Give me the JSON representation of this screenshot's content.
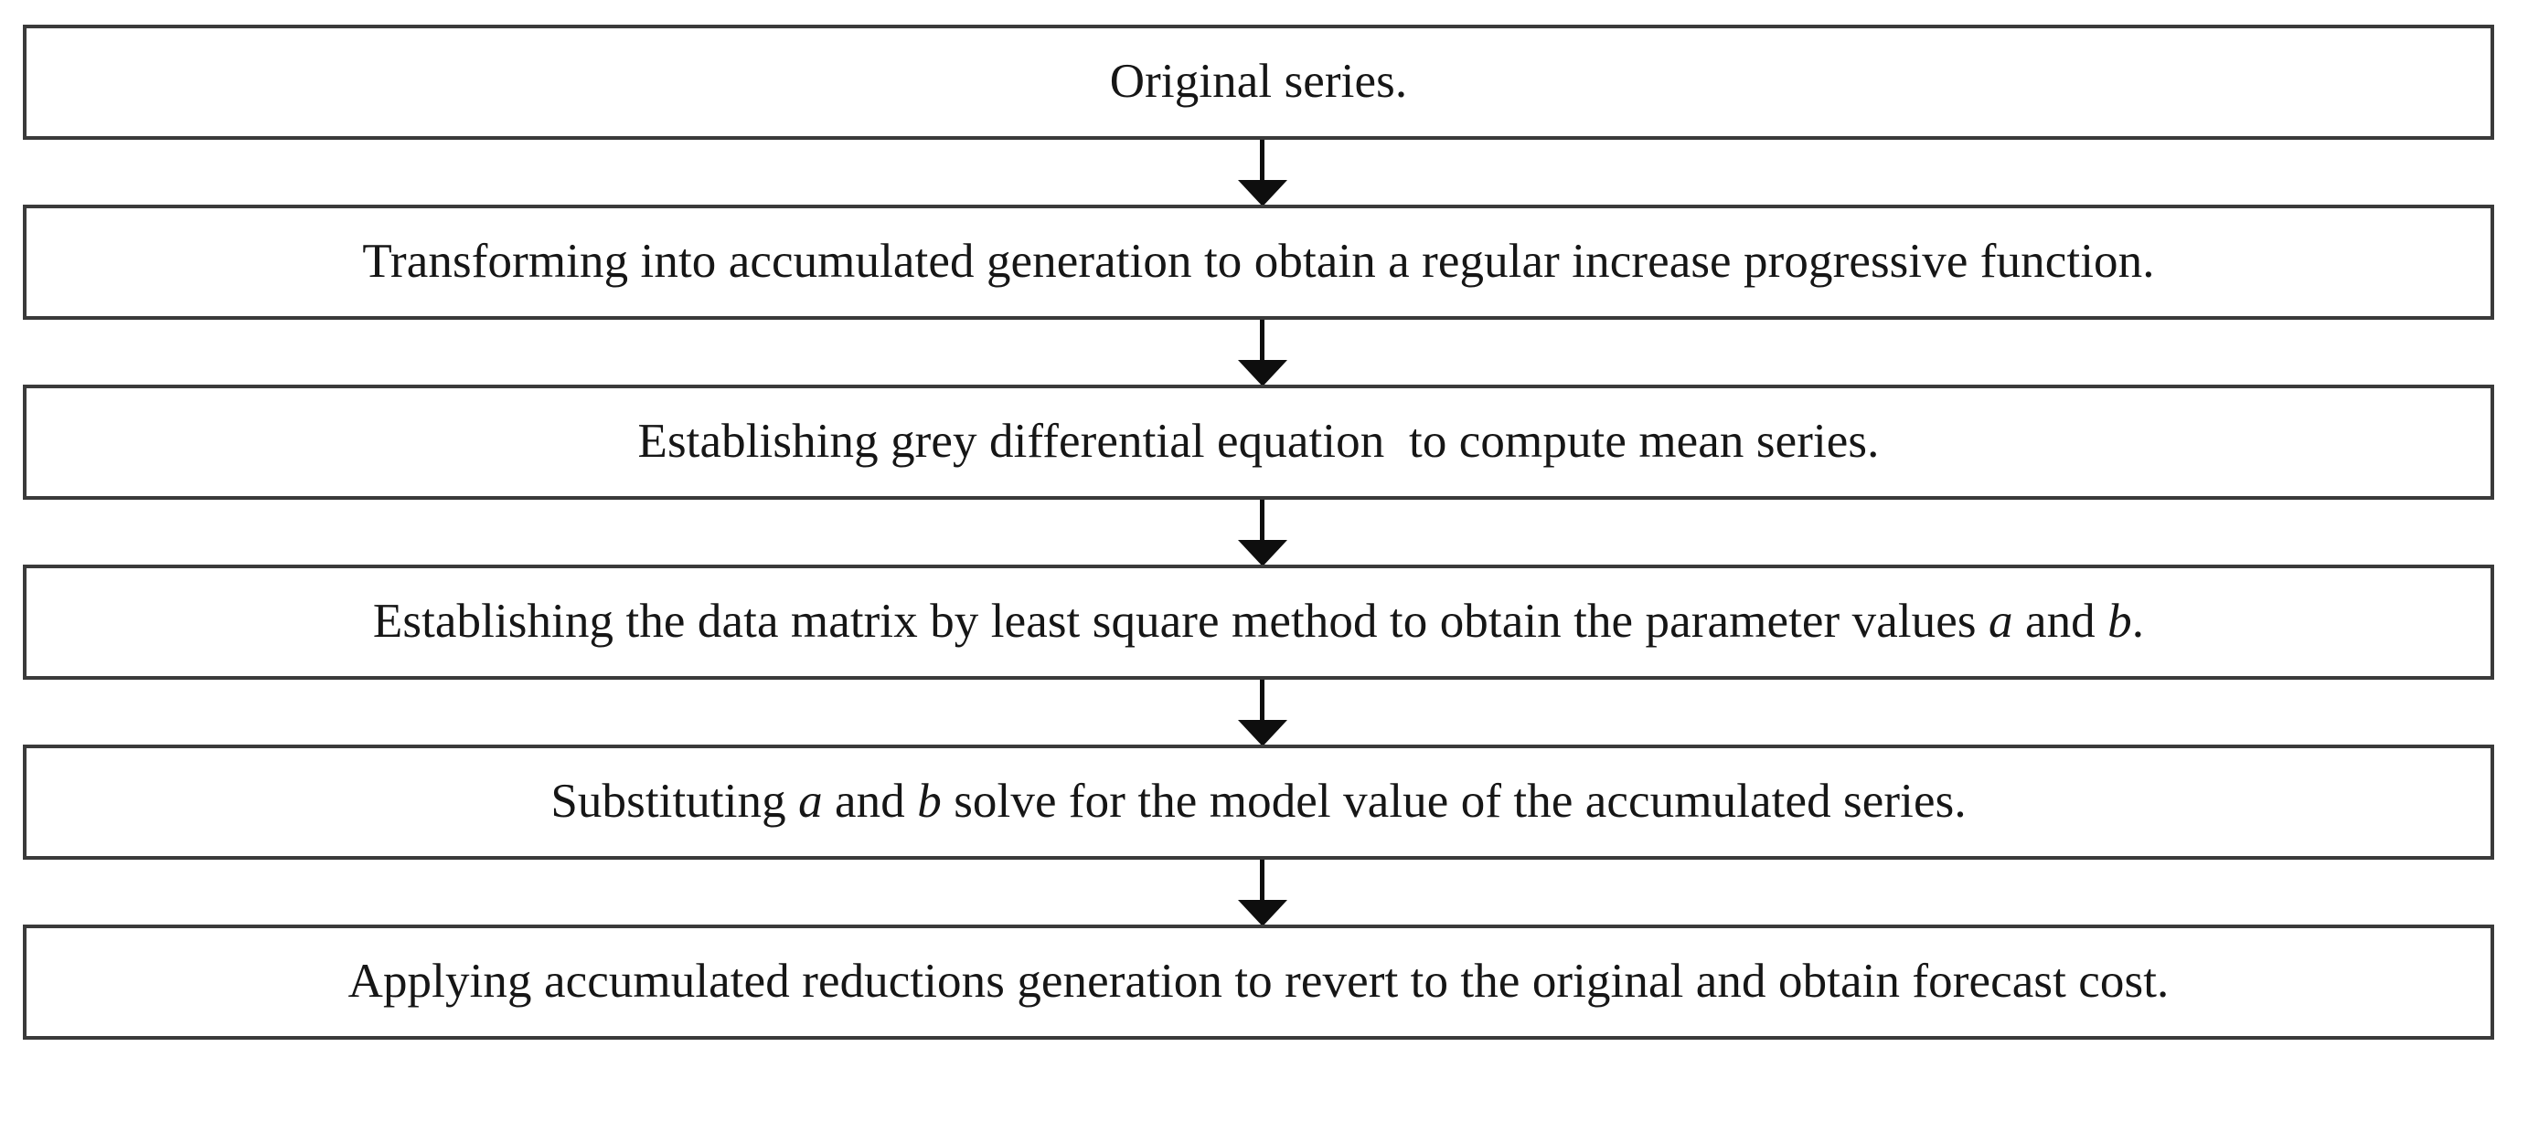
{
  "diagram": {
    "type": "flowchart",
    "orientation": "vertical-top-to-bottom",
    "background_color": "#ffffff",
    "box_border_color": "#3a3a3a",
    "text_color": "#161616",
    "arrow_color": "#0e0e0e",
    "node_count": 6,
    "connector_count": 5,
    "connector_icon": "down-arrow-icon",
    "nodes": [
      {
        "index": 1,
        "id": "original-series",
        "text": "Original series.",
        "segments": [
          {
            "text": "Original series.",
            "italic": false
          }
        ]
      },
      {
        "index": 2,
        "id": "accumulated-generation",
        "text": "Transforming into accumulated generation to obtain a regular increase progressive function.",
        "segments": [
          {
            "text": "Transforming into accumulated generation to obtain a regular increase progressive function.",
            "italic": false
          }
        ]
      },
      {
        "index": 3,
        "id": "grey-differential-equation",
        "text": "Establishing grey differential equation  to compute mean series.",
        "segments": [
          {
            "text": "Establishing grey differential equation  to compute mean series.",
            "italic": false
          }
        ]
      },
      {
        "index": 4,
        "id": "least-square-data-matrix",
        "text": "Establishing the data matrix by least square method to obtain the parameter values a and b.",
        "segments": [
          {
            "text": "Establishing the data matrix by least square method to obtain the parameter values ",
            "italic": false
          },
          {
            "text": "a",
            "italic": true
          },
          {
            "text": " and ",
            "italic": false
          },
          {
            "text": "b",
            "italic": true
          },
          {
            "text": ".",
            "italic": false
          }
        ]
      },
      {
        "index": 5,
        "id": "substituting-parameters",
        "text": "Substituting a and b solve for the model value of the accumulated series.",
        "segments": [
          {
            "text": "Substituting ",
            "italic": false
          },
          {
            "text": "a",
            "italic": true
          },
          {
            "text": " and ",
            "italic": false
          },
          {
            "text": "b",
            "italic": true
          },
          {
            "text": " solve for the model value of the accumulated series.",
            "italic": false
          }
        ]
      },
      {
        "index": 6,
        "id": "accumulated-reductions-forecast",
        "text": "Applying accumulated reductions generation to revert to the original and obtain forecast cost.",
        "segments": [
          {
            "text": "Applying accumulated reductions generation to revert to the original and obtain forecast cost.",
            "italic": false
          }
        ]
      }
    ]
  }
}
